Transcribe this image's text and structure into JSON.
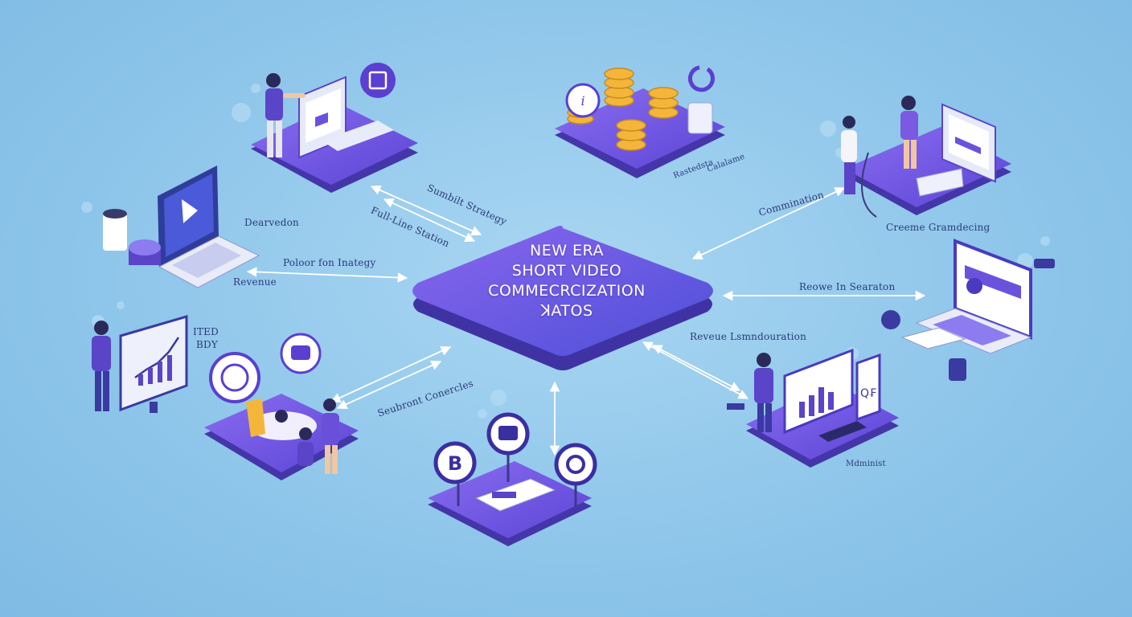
{
  "hub": {
    "line1": "NEW ERA",
    "line2": "SHORT VIDEO",
    "line3": "COMMECRCIZATION",
    "line4": "ꓘATOS"
  },
  "labels": {
    "top_center_a": "Sumbilt Strategy",
    "top_center_b": "Full-Line Station",
    "coins_a": "Rastedsta",
    "coins_b": "Calalame",
    "commutation": "Commination",
    "creative": "Creeme Gramdecing",
    "left_desc": "Dearvedon",
    "left_policy": "Poloor fon Inategy",
    "left_revenue": "Revenue",
    "right_revenue": "Reowe In Searaton",
    "right_revenue_trans": "Reveue Lsmndouration",
    "lower_left": "Seubront Conercles",
    "chart_note_1": "ITED",
    "chart_note_2": "BDY",
    "bottom_right": "Mdminist",
    "phone_text": "Q₣"
  },
  "colors": {
    "background": "#8fc6ea",
    "platform_top": "#7458db",
    "platform_side": "#4b3aa8",
    "hub": "#6b4fe0",
    "accent": "#5a3fd0",
    "arrow": "#ffffff",
    "coin": "#f4b63a"
  }
}
